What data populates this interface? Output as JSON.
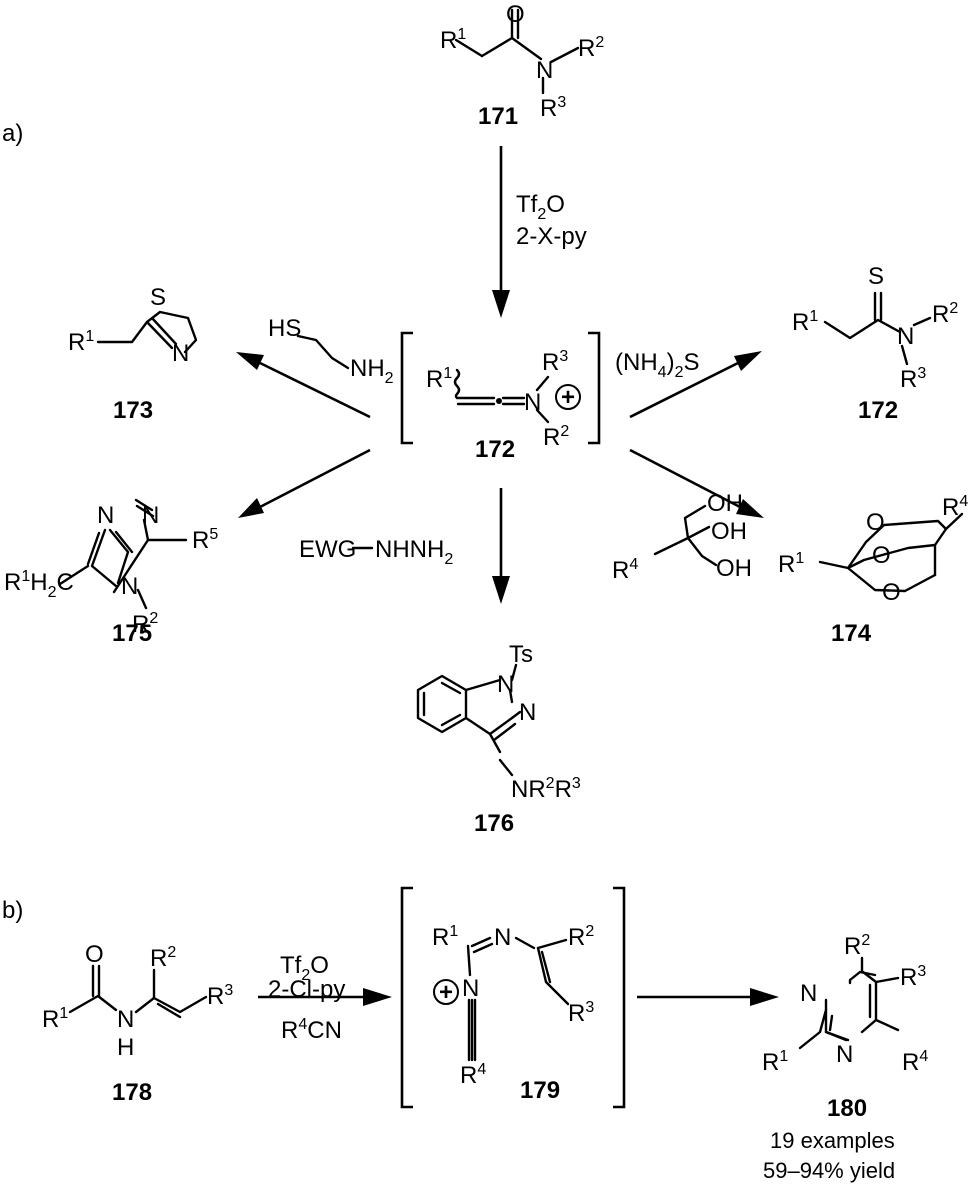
{
  "panels": {
    "a": "a)",
    "b": "b)"
  },
  "compounds": {
    "c171": {
      "number": "171",
      "atoms": {
        "o": "O",
        "n": "N",
        "r1": "R",
        "r1s": "1",
        "r2": "R",
        "r2s": "2",
        "r3": "R",
        "r3s": "3"
      }
    },
    "c172i": {
      "number": "172",
      "atoms": {
        "r1": "R",
        "r1s": "1",
        "n": "N",
        "plus": "+",
        "r3": "R",
        "r3s": "3",
        "r2": "R",
        "r2s": "2"
      }
    },
    "c172": {
      "number": "172",
      "atoms": {
        "s": "S",
        "n": "N",
        "r1": "R",
        "r1s": "1",
        "r2": "R",
        "r2s": "2",
        "r3": "R",
        "r3s": "3"
      }
    },
    "c173": {
      "number": "173",
      "atoms": {
        "s": "S",
        "n": "N",
        "r1": "R",
        "r1s": "1"
      }
    },
    "c174": {
      "number": "174",
      "atoms": {
        "o1": "O",
        "o2": "O",
        "o3": "O",
        "r1": "R",
        "r1s": "1",
        "r4": "R",
        "r4s": "4"
      }
    },
    "c175": {
      "number": "175",
      "atoms": {
        "n1": "N",
        "n2": "N",
        "n4": "N",
        "r5": "R",
        "r5s": "5",
        "r1h2c": "R",
        "r1s": "1",
        "h": "H",
        "two": "2",
        "c": "C",
        "r2": "R",
        "r2s": "2"
      }
    },
    "c176": {
      "number": "176",
      "atoms": {
        "ts": "Ts",
        "n1": "N",
        "n2": "N",
        "nr": "NR",
        "r2s": "2",
        "r3": "R",
        "r3s": "3"
      }
    },
    "c178": {
      "number": "178",
      "atoms": {
        "o": "O",
        "n": "N",
        "h": "H",
        "r1": "R",
        "r1s": "1",
        "r2": "R",
        "r2s": "2",
        "r3": "R",
        "r3s": "3"
      }
    },
    "c179": {
      "number": "179",
      "atoms": {
        "r1": "R",
        "r1s": "1",
        "n1": "N",
        "n2": "N",
        "plus": "+",
        "r2": "R",
        "r2s": "2",
        "r3": "R",
        "r3s": "3",
        "r4": "R",
        "r4s": "4"
      }
    },
    "c180": {
      "number": "180",
      "examples": "19 examples",
      "yield": "59–94% yield",
      "atoms": {
        "n1": "N",
        "n3": "N",
        "r1": "R",
        "r1s": "1",
        "r2": "R",
        "r2s": "2",
        "r3": "R",
        "r3s": "3",
        "r4": "R",
        "r4s": "4"
      }
    }
  },
  "reagents": {
    "tf2o_a": {
      "t1": "Tf",
      "sub": "2",
      "t2": "O"
    },
    "xpy": "2-X-py",
    "ammonium": {
      "a": "(NH",
      "sub1": "4",
      "b": ")",
      "sub2": "2",
      "c": "S"
    },
    "cysteamine": {
      "hs": "HS",
      "nh": "NH",
      "sub": "2"
    },
    "hydrazine": {
      "ewg": "EWG",
      "nh": "NHNH",
      "sub": "2"
    },
    "triol": {
      "oh1": "OH",
      "oh2": "OH",
      "oh3": "OH",
      "r4": "R",
      "r4s": "4"
    },
    "tf2o_b": {
      "t1": "Tf",
      "sub": "2",
      "t2": "O"
    },
    "clpy": "2-Cl-py",
    "nitrile": {
      "r": "R",
      "sup": "4",
      "cn": "CN"
    }
  }
}
